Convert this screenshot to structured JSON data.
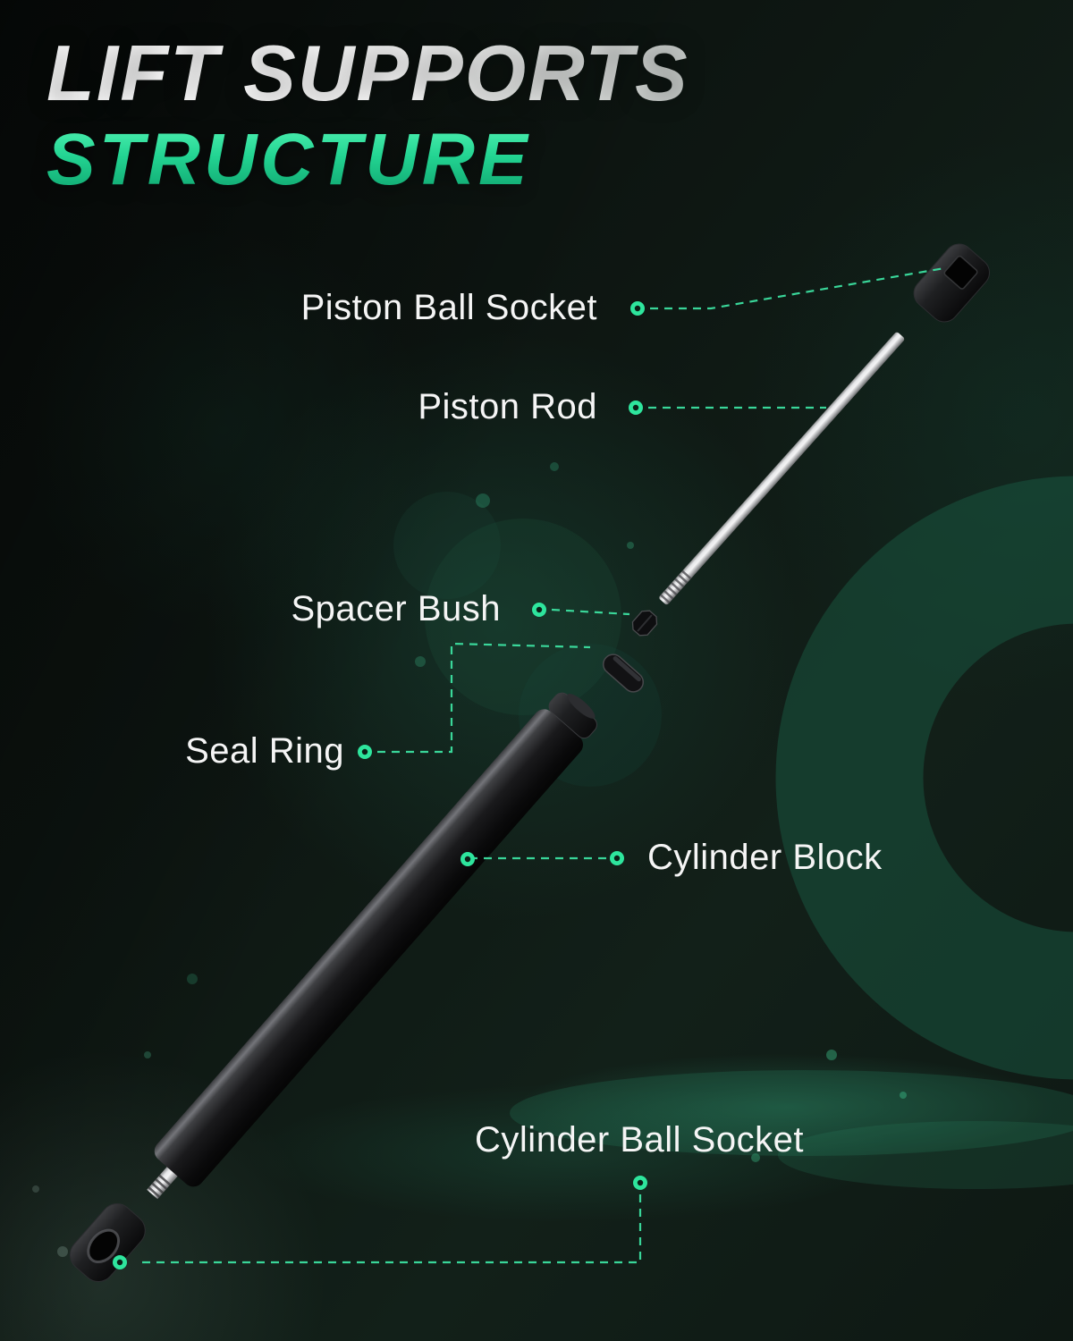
{
  "title": {
    "line1": "LIFT SUPPORTS",
    "line2": "STRUCTURE"
  },
  "parts": {
    "piston_ball_socket": "Piston Ball Socket",
    "piston_rod": "Piston Rod",
    "spacer_bush": "Spacer Bush",
    "seal_ring": "Seal Ring",
    "cylinder_block": "Cylinder Block",
    "cylinder_ball_socket": "Cylinder Ball Socket"
  },
  "colors": {
    "accent_green": "#2ee59d",
    "leader_line_green": "#3ce0a0",
    "title_green_light": "#55f6b6",
    "title_green_dark": "#0c9e6a",
    "background_dark": "#0c110e",
    "label_text": "#f5f5f5"
  },
  "markers": {
    "callout_dot": "green-ring-dot"
  }
}
